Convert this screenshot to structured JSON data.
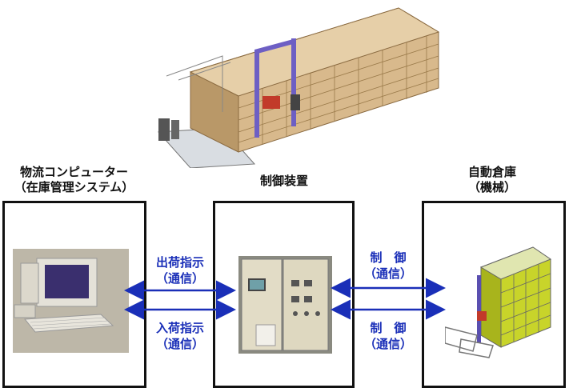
{
  "nodes": {
    "computer": {
      "title_line1": "物流コンピューター",
      "title_line2": "（在庫管理システム）"
    },
    "controller": {
      "title": "制御装置"
    },
    "warehouse": {
      "title_line1": "自動倉庫",
      "title_line2": "（機械）"
    }
  },
  "links": {
    "left_top": {
      "line1": "出荷指示",
      "line2": "（通信）"
    },
    "left_bottom": {
      "line1": "入荷指示",
      "line2": "（通信）"
    },
    "right_top": {
      "line1": "制　御",
      "line2": "（通信）"
    },
    "right_bottom": {
      "line1": "制　御",
      "line2": "（通信）"
    }
  },
  "colors": {
    "arrow": "#1a2fb8",
    "border": "#111111"
  }
}
